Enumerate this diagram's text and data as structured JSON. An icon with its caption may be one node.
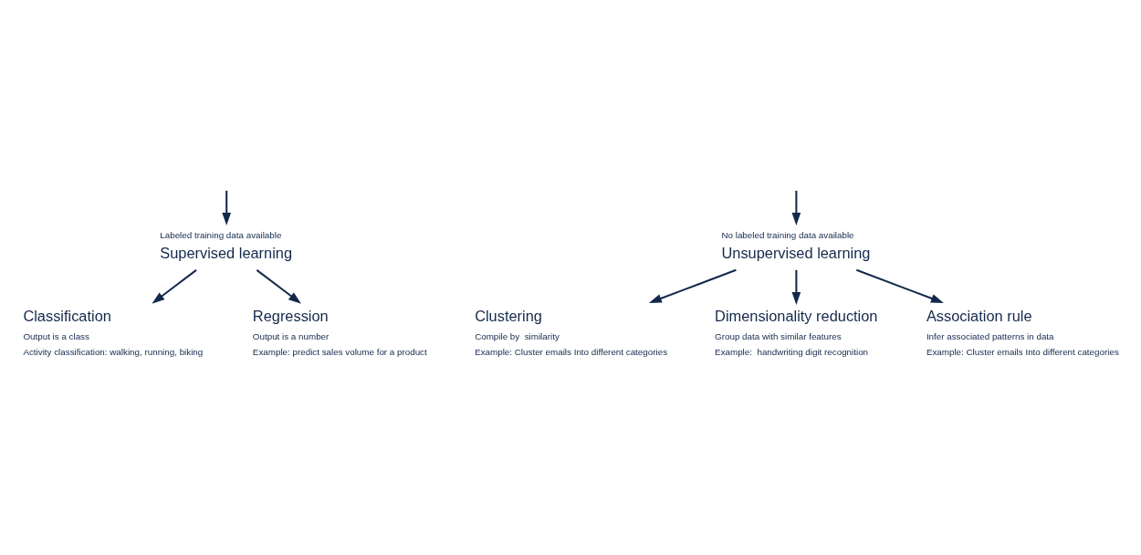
{
  "diagram": {
    "nodes": [
      {
        "text": [
          "Supervised learning"
        ],
        "beside": [
          "Labeled training data available"
        ]
      },
      {
        "text": [
          "Classification",
          "Output is a class",
          "Activity classification: walking, running, biking"
        ]
      },
      {
        "text": [
          "Regression",
          "Output is a number",
          "Example: predict sales volume for a product"
        ]
      },
      {
        "text": [
          "Unsupervised learning"
        ],
        "beside": [
          "No labeled training data available"
        ]
      },
      {
        "text": [
          "Clustering",
          "Compile by  similarity",
          "Example: Cluster emails Into different categories"
        ]
      },
      {
        "text": [
          "Dimensionality reduction",
          "Group data with similar features",
          "Example:  handwriting digit recognition"
        ]
      },
      {
        "text": [
          "Association rule",
          "Infer associated patterns in data",
          "Example: Cluster emails Into different categories"
        ]
      }
    ],
    "edges": [
      {
        "from": null,
        "to": 0,
        "arrow": "to"
      },
      {
        "from": 0,
        "to": 1,
        "arrow": "to"
      },
      {
        "from": 0,
        "to": 2,
        "arrow": "to"
      },
      {
        "from": null,
        "to": 3,
        "arrow": "to"
      },
      {
        "from": 3,
        "to": 4,
        "arrow": "to"
      },
      {
        "from": 3,
        "to": 6,
        "arrow": "to"
      },
      {
        "from": 3,
        "to": 5,
        "arrow": "to"
      }
    ]
  }
}
